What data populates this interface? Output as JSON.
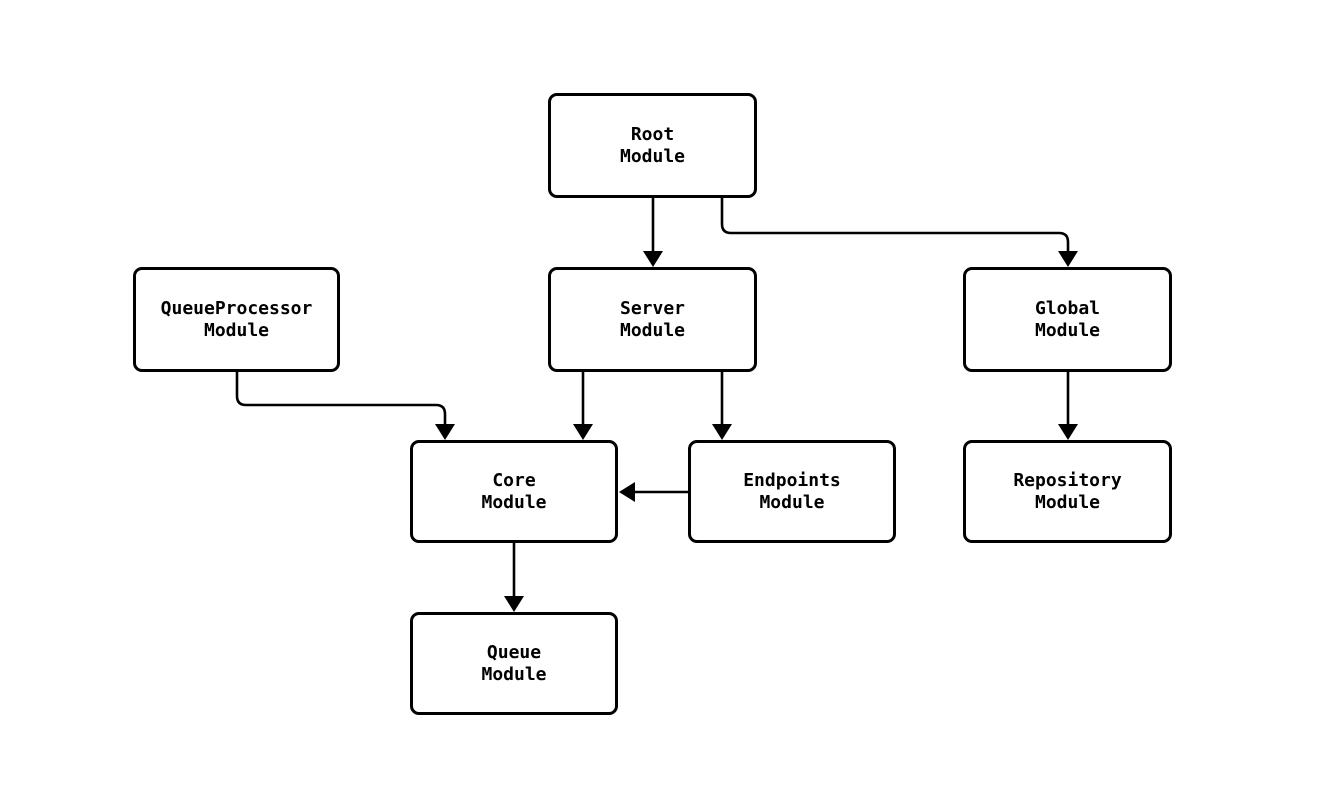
{
  "diagram": {
    "type": "module-dependency-flowchart",
    "background_color": "#ffffff",
    "stroke_color": "#000000",
    "text_color": "#000000",
    "nodes": {
      "root": {
        "label": "Root\nModule"
      },
      "queue_processor": {
        "label": "QueueProcessor\nModule"
      },
      "server": {
        "label": "Server\nModule"
      },
      "global": {
        "label": "Global\nModule"
      },
      "core": {
        "label": "Core\nModule"
      },
      "endpoints": {
        "label": "Endpoints\nModule"
      },
      "repository": {
        "label": "Repository\nModule"
      },
      "queue": {
        "label": "Queue\nModule"
      }
    },
    "edges": [
      {
        "from": "Root Module",
        "to": "Server Module"
      },
      {
        "from": "Root Module",
        "to": "Global Module"
      },
      {
        "from": "QueueProcessor Module",
        "to": "Core Module"
      },
      {
        "from": "Server Module",
        "to": "Core Module"
      },
      {
        "from": "Server Module",
        "to": "Endpoints Module"
      },
      {
        "from": "Endpoints Module",
        "to": "Core Module"
      },
      {
        "from": "Global Module",
        "to": "Repository Module"
      },
      {
        "from": "Core Module",
        "to": "Queue Module"
      }
    ]
  }
}
